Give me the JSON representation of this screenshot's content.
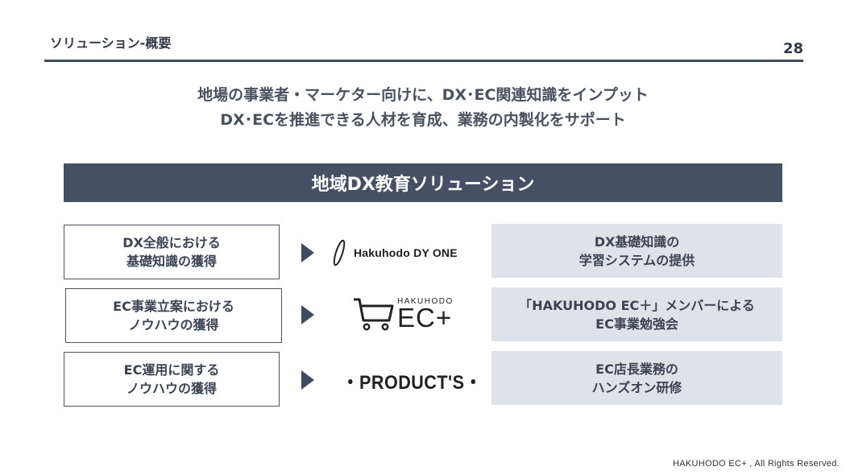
{
  "header": {
    "title": "ソリューション-概要",
    "page_number": "28"
  },
  "lead": {
    "line1": "地場の事業者・マーケター向けに、DX･EC関連知識をインプット",
    "line2": "DX･ECを推進できる人材を育成、業務の内製化をサポート"
  },
  "banner": {
    "title": "地域DX教育ソリューション"
  },
  "rows": [
    {
      "need": [
        "DX全般における",
        "基礎知識の獲得"
      ],
      "partner": "Hakuhodo DY ONE",
      "solution": [
        "DX基礎知識の",
        "学習システムの提供"
      ]
    },
    {
      "need": [
        "EC事業立案における",
        "ノウハウの獲得"
      ],
      "partner_small": "HAKUHODO",
      "partner": "EC+",
      "solution": [
        "「HAKUHODO EC＋」メンバーによる",
        "EC事業勉強会"
      ]
    },
    {
      "need": [
        "EC運用に関する",
        "ノウハウの獲得"
      ],
      "partner": "・PRODUCT'S・",
      "solution": [
        "EC店長業務の",
        "ハンズオン研修"
      ]
    }
  ],
  "footer": {
    "copyright": "HAKUHODO EC+ , All Rights Reserved."
  },
  "colors": {
    "banner": "#455064",
    "solution_bg": "#dee2e9",
    "rule": "#3f4b5e"
  }
}
